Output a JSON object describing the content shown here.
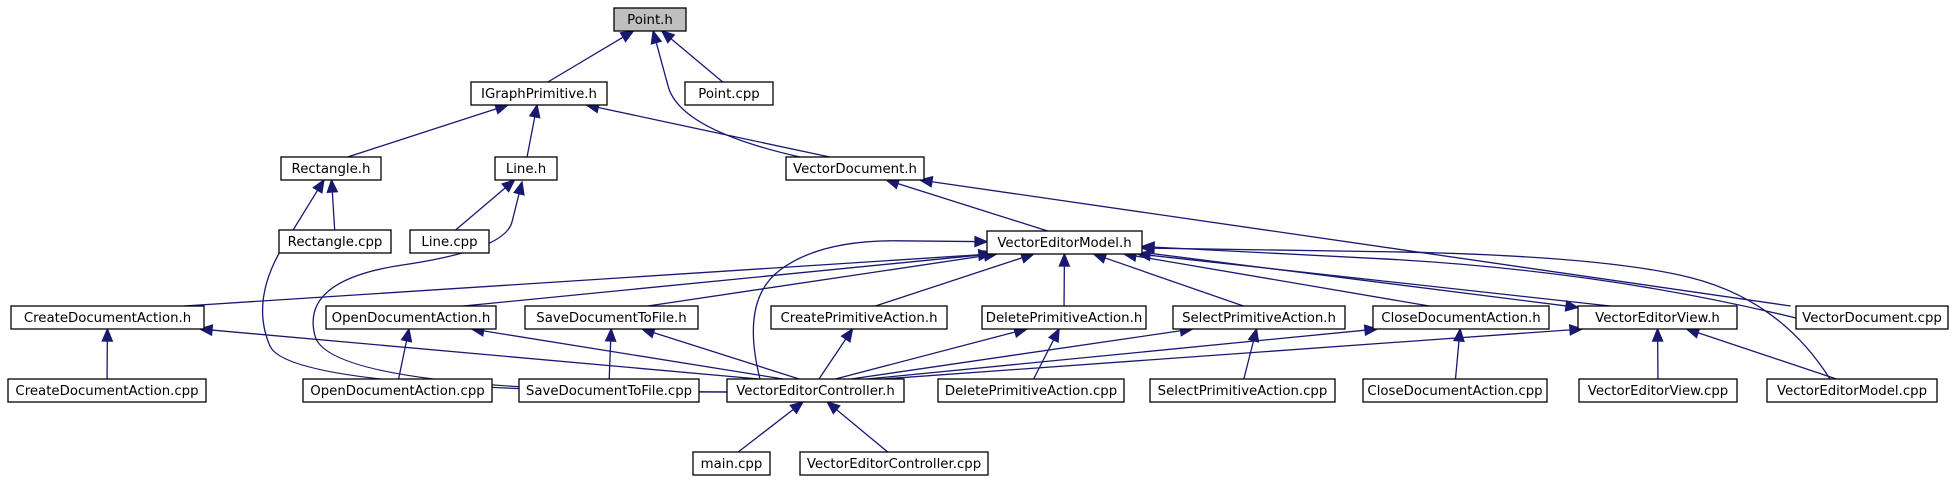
{
  "diagram": {
    "colors": {
      "edge": "#191970",
      "node_border": "#000000",
      "node_fill": "#ffffff",
      "root_fill": "#bfbfbf",
      "text": "#000000"
    },
    "nodes": [
      {
        "id": "point_h",
        "label": "Point.h",
        "root": true
      },
      {
        "id": "igraph_h",
        "label": "IGraphPrimitive.h"
      },
      {
        "id": "point_cpp",
        "label": "Point.cpp"
      },
      {
        "id": "rectangle_h",
        "label": "Rectangle.h"
      },
      {
        "id": "line_h",
        "label": "Line.h"
      },
      {
        "id": "vectordocument_h",
        "label": "VectorDocument.h"
      },
      {
        "id": "rectangle_cpp",
        "label": "Rectangle.cpp"
      },
      {
        "id": "line_cpp",
        "label": "Line.cpp"
      },
      {
        "id": "model_h",
        "label": "VectorEditorModel.h"
      },
      {
        "id": "createdoc_h",
        "label": "CreateDocumentAction.h"
      },
      {
        "id": "opendoc_h",
        "label": "OpenDocumentAction.h"
      },
      {
        "id": "savedoc_h",
        "label": "SaveDocumentToFile.h"
      },
      {
        "id": "createprim_h",
        "label": "CreatePrimitiveAction.h"
      },
      {
        "id": "deleteprim_h",
        "label": "DeletePrimitiveAction.h"
      },
      {
        "id": "selectprim_h",
        "label": "SelectPrimitiveAction.h"
      },
      {
        "id": "closedoc_h",
        "label": "CloseDocumentAction.h"
      },
      {
        "id": "view_h",
        "label": "VectorEditorView.h"
      },
      {
        "id": "vectordocument_cpp",
        "label": "VectorDocument.cpp"
      },
      {
        "id": "createdoc_cpp",
        "label": "CreateDocumentAction.cpp"
      },
      {
        "id": "opendoc_cpp",
        "label": "OpenDocumentAction.cpp"
      },
      {
        "id": "savedoc_cpp",
        "label": "SaveDocumentToFile.cpp"
      },
      {
        "id": "controller_h",
        "label": "VectorEditorController.h"
      },
      {
        "id": "deleteprim_cpp",
        "label": "DeletePrimitiveAction.cpp"
      },
      {
        "id": "selectprim_cpp",
        "label": "SelectPrimitiveAction.cpp"
      },
      {
        "id": "closedoc_cpp",
        "label": "CloseDocumentAction.cpp"
      },
      {
        "id": "view_cpp",
        "label": "VectorEditorView.cpp"
      },
      {
        "id": "model_cpp",
        "label": "VectorEditorModel.cpp"
      },
      {
        "id": "main_cpp",
        "label": "main.cpp"
      },
      {
        "id": "controller_cpp",
        "label": "VectorEditorController.cpp"
      }
    ],
    "edges": [
      {
        "from": "igraph_h",
        "to": "point_h"
      },
      {
        "from": "point_cpp",
        "to": "point_h"
      },
      {
        "from": "vectordocument_h",
        "to": "point_h"
      },
      {
        "from": "rectangle_h",
        "to": "igraph_h"
      },
      {
        "from": "line_h",
        "to": "igraph_h"
      },
      {
        "from": "vectordocument_h",
        "to": "igraph_h"
      },
      {
        "from": "rectangle_cpp",
        "to": "rectangle_h"
      },
      {
        "from": "controller_h",
        "to": "rectangle_h"
      },
      {
        "from": "line_cpp",
        "to": "line_h"
      },
      {
        "from": "controller_h",
        "to": "line_h"
      },
      {
        "from": "model_h",
        "to": "vectordocument_h"
      },
      {
        "from": "vectordocument_cpp",
        "to": "vectordocument_h"
      },
      {
        "from": "createdoc_h",
        "to": "model_h"
      },
      {
        "from": "opendoc_h",
        "to": "model_h"
      },
      {
        "from": "savedoc_h",
        "to": "model_h"
      },
      {
        "from": "createprim_h",
        "to": "model_h"
      },
      {
        "from": "deleteprim_h",
        "to": "model_h"
      },
      {
        "from": "selectprim_h",
        "to": "model_h"
      },
      {
        "from": "closedoc_h",
        "to": "model_h"
      },
      {
        "from": "view_h",
        "to": "model_h"
      },
      {
        "from": "vectordocument_cpp",
        "to": "model_h"
      },
      {
        "from": "model_cpp",
        "to": "model_h"
      },
      {
        "from": "controller_h",
        "to": "model_h"
      },
      {
        "from": "model_h",
        "to": "view_h"
      },
      {
        "from": "createdoc_cpp",
        "to": "createdoc_h"
      },
      {
        "from": "controller_h",
        "to": "createdoc_h"
      },
      {
        "from": "opendoc_cpp",
        "to": "opendoc_h"
      },
      {
        "from": "controller_h",
        "to": "opendoc_h"
      },
      {
        "from": "savedoc_cpp",
        "to": "savedoc_h"
      },
      {
        "from": "controller_h",
        "to": "savedoc_h"
      },
      {
        "from": "controller_h",
        "to": "createprim_h"
      },
      {
        "from": "controller_h",
        "to": "deleteprim_h"
      },
      {
        "from": "deleteprim_cpp",
        "to": "deleteprim_h"
      },
      {
        "from": "controller_h",
        "to": "selectprim_h"
      },
      {
        "from": "selectprim_cpp",
        "to": "selectprim_h"
      },
      {
        "from": "controller_h",
        "to": "closedoc_h"
      },
      {
        "from": "closedoc_cpp",
        "to": "closedoc_h"
      },
      {
        "from": "controller_h",
        "to": "view_h"
      },
      {
        "from": "view_cpp",
        "to": "view_h"
      },
      {
        "from": "model_cpp",
        "to": "view_h"
      },
      {
        "from": "main_cpp",
        "to": "controller_h"
      },
      {
        "from": "controller_cpp",
        "to": "controller_h"
      }
    ]
  }
}
